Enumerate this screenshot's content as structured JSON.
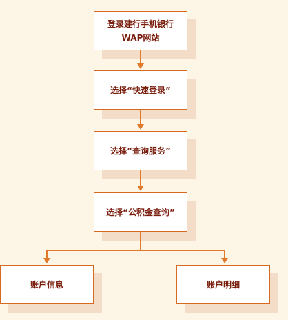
{
  "flowchart": {
    "nodes": [
      {
        "id": "login",
        "line1": "登录建行手机银行",
        "line2": "WAP网站"
      },
      {
        "id": "quick_login",
        "line1": "选择“快速登录”",
        "line2": ""
      },
      {
        "id": "query_service",
        "line1": "选择“查询服务”",
        "line2": ""
      },
      {
        "id": "fund_query",
        "line1": "选择“公积金查询”",
        "line2": ""
      },
      {
        "id": "account_info",
        "line1": "账户信息",
        "line2": ""
      },
      {
        "id": "account_detail",
        "line1": "账户明细",
        "line2": ""
      }
    ],
    "edges": [
      {
        "from": "login",
        "to": "quick_login"
      },
      {
        "from": "quick_login",
        "to": "query_service"
      },
      {
        "from": "query_service",
        "to": "fund_query"
      },
      {
        "from": "fund_query",
        "to": "account_info"
      },
      {
        "from": "fund_query",
        "to": "account_detail"
      }
    ],
    "colors": {
      "background": "#fdf5e6",
      "box_border": "#d86a1f",
      "box_shadow": "#f3dcc8",
      "text": "#7a1e0e",
      "connector": "#e07a2a"
    }
  }
}
